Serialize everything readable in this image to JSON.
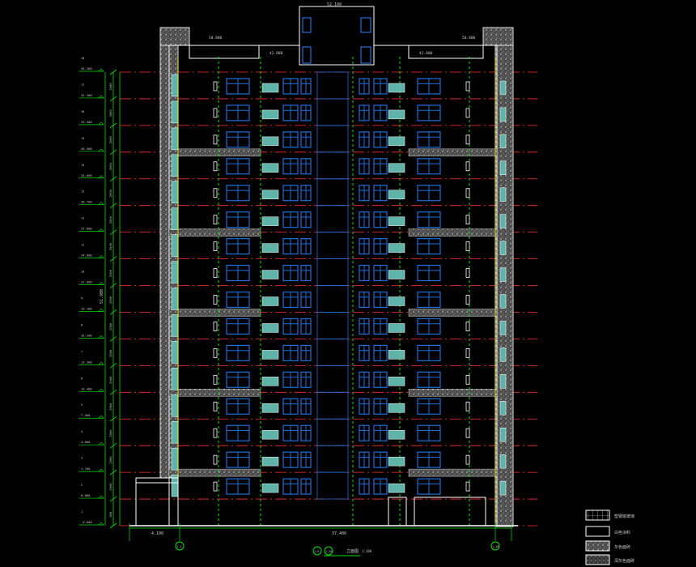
{
  "drawing": {
    "type": "building-elevation",
    "top_elevation": "52.100",
    "roof_labels": {
      "left": "50.800",
      "mid_left": "42.800",
      "mid_right": "42.800",
      "right": "50.800"
    },
    "overall_height": "51.900",
    "total_width": "37.400",
    "left_offset": "4.100",
    "floor_count": 17,
    "levels": [
      {
        "label": "18",
        "elev": "45.100",
        "dim": ""
      },
      {
        "label": "17",
        "elev": "42.300",
        "dim": "2900"
      },
      {
        "label": "16",
        "elev": "39.400",
        "dim": "2900"
      },
      {
        "label": "15",
        "elev": "36.500",
        "dim": "2900"
      },
      {
        "label": "14",
        "elev": "33.600",
        "dim": "2900"
      },
      {
        "label": "13",
        "elev": "30.700",
        "dim": "2900"
      },
      {
        "label": "12",
        "elev": "27.800",
        "dim": "2900"
      },
      {
        "label": "11",
        "elev": "24.900",
        "dim": "2900"
      },
      {
        "label": "10",
        "elev": "22.000",
        "dim": "2900"
      },
      {
        "label": "9",
        "elev": "19.100",
        "dim": "2900"
      },
      {
        "label": "8",
        "elev": "16.200",
        "dim": "2900"
      },
      {
        "label": "7",
        "elev": "13.300",
        "dim": "2900"
      },
      {
        "label": "6",
        "elev": "10.400",
        "dim": "2900"
      },
      {
        "label": "5",
        "elev": "7.500",
        "dim": "2900"
      },
      {
        "label": "4",
        "elev": "4.600",
        "dim": "2900"
      },
      {
        "label": "3",
        "elev": "1.700",
        "dim": "2900"
      },
      {
        "label": "2",
        "elev": "0.000",
        "dim": "2900"
      },
      {
        "label": "1",
        "elev": "-0.600",
        "dim": "600"
      }
    ],
    "axes": {
      "left": "1-1",
      "mid_a": "1-9",
      "mid_b": "1-10",
      "right": "1-18"
    },
    "title": "立面图",
    "scale": "1:100"
  },
  "legend": {
    "items": [
      {
        "pattern": "grid",
        "label": "塑钢窗玻璃"
      },
      {
        "pattern": "plain",
        "label": "白色涂料"
      },
      {
        "pattern": "stone-light",
        "label": "灰色面砖"
      },
      {
        "pattern": "stone-dark",
        "label": "深灰色面砖"
      }
    ]
  },
  "colors": {
    "background": "#000000",
    "outline": "#ffffff",
    "window": "#1e6fd9",
    "window_panel": "#5fb3a8",
    "stone": "#7a7a7a",
    "dim_line": "#00e000",
    "level_line": "#ff3030",
    "yellow": "#ffff00",
    "text": "#c8c8c8"
  }
}
